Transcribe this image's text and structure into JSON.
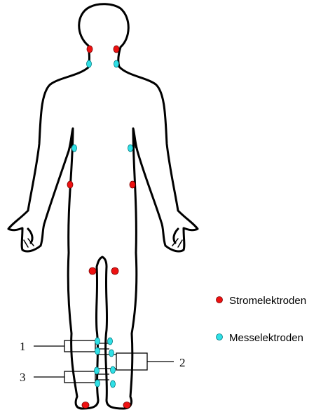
{
  "colors": {
    "stromelektroden": "#ee1111",
    "messelektroden": "#2fe0e6",
    "outline": "#000000",
    "background": "#ffffff"
  },
  "legend": {
    "strom_label": "Stromelektroden",
    "mess_label": "Messelektroden"
  },
  "callouts": {
    "label_1": "1",
    "label_2": "2",
    "label_3": "3"
  }
}
